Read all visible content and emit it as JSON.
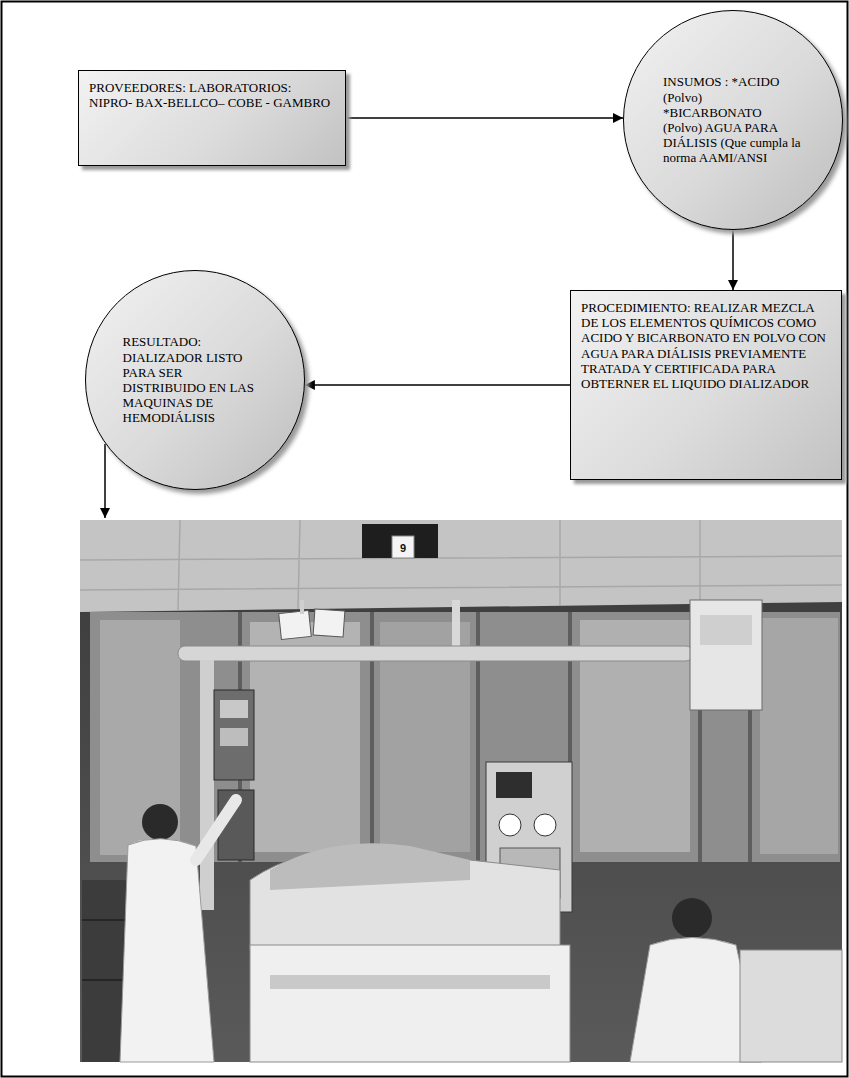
{
  "diagram": {
    "nodes": [
      {
        "text": [
          "PROVEEDORES: LABORATORIOS: NIPRO- BAX-BELLCO– COBE - GAMBRO"
        ]
      },
      {
        "text": [
          "INSUMOS : *ACIDO (Polvo) *BICARBONATO (Polvo) AGUA PARA DIÁLISIS (Que cumpla la norma AAMI/ANSI"
        ]
      },
      {
        "text": [
          "PROCEDIMIENTO: REALIZAR MEZCLA DE LOS ELEMENTOS QUÍMICOS COMO ACIDO Y BICARBONATO EN POLVO CON AGUA PARA DIÁLISIS PREVIAMENTE TRATADA Y CERTIFICADA PARA OBTERNER EL LIQUIDO DIALIZADOR"
        ]
      },
      {
        "text": [
          "RESULTADO: DIALIZADOR LISTO PARA SER DISTRIBUIDO EN LAS MAQUINAS DE HEMODIÁLISIS"
        ]
      }
    ],
    "edges": [
      {
        "from": 0,
        "to": 1,
        "arrow": "to"
      },
      {
        "from": 1,
        "to": 2,
        "arrow": "to"
      },
      {
        "from": 2,
        "to": 3,
        "arrow": "to"
      }
    ],
    "labels": [
      "9"
    ]
  }
}
